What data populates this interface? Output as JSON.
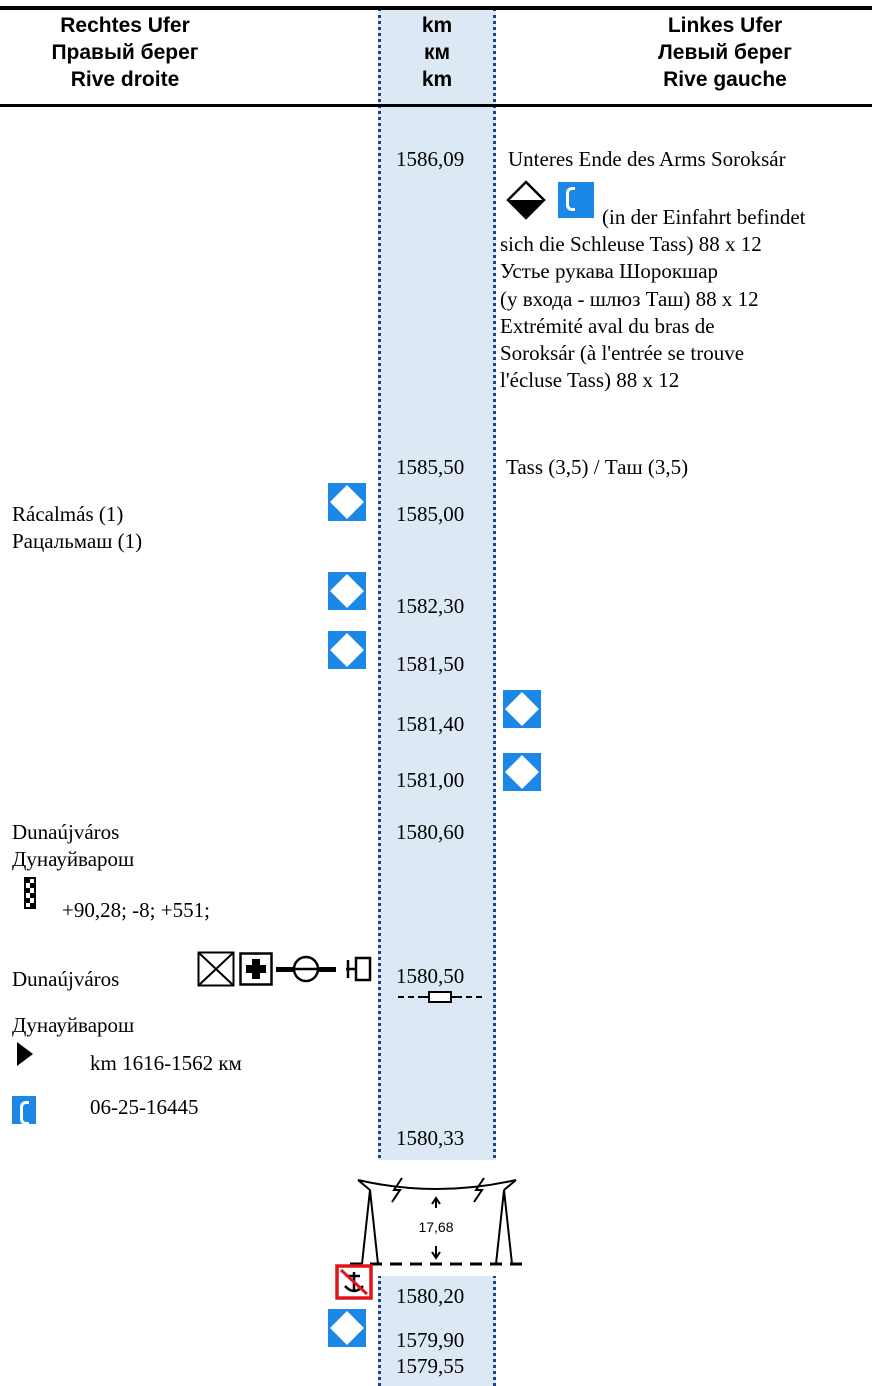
{
  "header": {
    "right_bank": [
      "Rechtes Ufer",
      "Правый берег",
      "Rive droite"
    ],
    "km": [
      "km",
      "км",
      "km"
    ],
    "left_bank": [
      "Linkes Ufer",
      "Левый берег",
      "Rive gauche"
    ]
  },
  "km_values": [
    "1586,09",
    "1585,50",
    "1585,00",
    "1582,30",
    "1581,50",
    "1581,40",
    "1581,00",
    "1580,60",
    "1580,50",
    "1580,33",
    "1580,20",
    "1579,90",
    "1579,55"
  ],
  "left_bank": {
    "soroksar_title": "Unteres Ende des Arms Soroksár",
    "soroksar_lines": [
      "(in der Einfahrt befindet",
      "sich die Schleuse Tass) 88 x 12",
      "Устье рукава Шорокшар",
      "(у входа - шлюз Таш) 88 x 12",
      "Extrémité aval du bras de",
      "Soroksár (à l'entrée se trouve",
      "l'écluse Tass) 88 x 12"
    ],
    "tass": "Tass (3,5) / Таш (3,5)"
  },
  "right_bank": {
    "racalmas": [
      "Rácalmás (1)",
      "Рацальмаш (1)"
    ],
    "dunaujvaros_1": [
      "Dunaújváros",
      "Дунауйварош"
    ],
    "gauge_text": "+90,28; -8; +551;",
    "dunaujvaros_2": [
      "Dunaújváros",
      "Дунауйварош"
    ],
    "radar_range": "km 1616-1562 км",
    "phone_number": "06-25-16445"
  },
  "power_line": {
    "clearance": "17,68"
  },
  "icons": {
    "diamond_color": "#1b88e8",
    "no_anchor_border": "#e0141b",
    "names": [
      "bank-mark-diamond-icon",
      "phone-channel-icon",
      "gauge-icon",
      "ferry-icon",
      "first-aid-icon",
      "pipeline-icon",
      "water-intake-icon",
      "radar-arrow-icon",
      "cable-crossing-icon",
      "power-line-icon",
      "no-anchoring-icon"
    ]
  }
}
